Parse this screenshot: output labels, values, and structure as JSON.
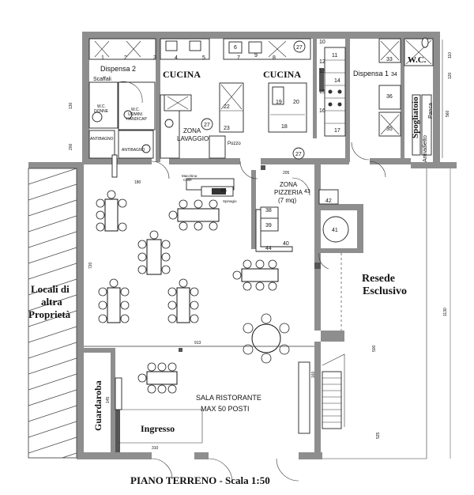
{
  "title": "PIANO TERRENO - Scala 1:50",
  "rooms": {
    "dispensa2": "Dispensa 2",
    "cucina_left": "CUCINA",
    "cucina_right": "CUCINA",
    "dispensa1": "Dispensa 1",
    "wc_top": "W.C.",
    "spogliatoio": "Spogliatoio",
    "armadietto": "Armadietto",
    "panca": "Panca",
    "scaffali": "Scaffali",
    "wc_donne_1": "W.C.",
    "wc_donne_2": "DONNE",
    "wc_uomini_1": "W.C.",
    "wc_uomini_2": "UOMINI",
    "wc_uomini_3": "HANDICAP",
    "antibagno_1": "ANTIBAGNO",
    "antibagno_2": "ANTIBAGNO",
    "zona_lavaggio_1": "ZONA",
    "zona_lavaggio_2": "LAVAGGIO",
    "pozzo": "Pozzo",
    "zona_pizzeria_1": "ZONA",
    "zona_pizzeria_2": "PIZZERIA",
    "zona_pizzeria_3": "(7 mq)",
    "macchina_caffe_1": "Macchina",
    "macchina_caffe_2": "Caffè",
    "spinagio": "Spinagio",
    "locali_1": "Locali di",
    "locali_2": "altra",
    "locali_3": "Proprietà",
    "resede_1": "Resede",
    "resede_2": "Esclusivo",
    "guardaroba": "Guardaroba",
    "ingresso": "Ingresso",
    "sala_1": "SALA RISTORANTE",
    "sala_2": "MAX 50 POSTI"
  },
  "item_numbers": {
    "n1": "1",
    "n2": "2",
    "n3": "3",
    "n4": "4",
    "n5": "5",
    "n6": "6",
    "n7": "7",
    "n8": "8",
    "n9": "9",
    "n10": "10",
    "n11": "11",
    "n12": "12",
    "n13": "13",
    "n14": "14",
    "n15": "15",
    "n16": "16",
    "n17": "17",
    "n18": "18",
    "n19": "19",
    "n20": "20",
    "n22": "22",
    "n23": "23",
    "n27a": "27",
    "n27b": "27",
    "n27c": "27",
    "n33": "33",
    "n34": "34",
    "n35": "35",
    "n36": "36",
    "n38": "38",
    "n39": "39",
    "n40": "40",
    "n41": "41",
    "n42": "42",
    "n43": "43",
    "n45": "45",
    "n44": "44"
  },
  "dimensions": {
    "d130": "130",
    "d200": "200",
    "d180": "180",
    "d205": "205",
    "d720": "720",
    "d560": "560",
    "d1130": "1130",
    "d913": "913",
    "d310": "310",
    "d110": "110",
    "d120": "120",
    "d145": "145",
    "d160": "160",
    "d525": "525",
    "d500": "500"
  }
}
